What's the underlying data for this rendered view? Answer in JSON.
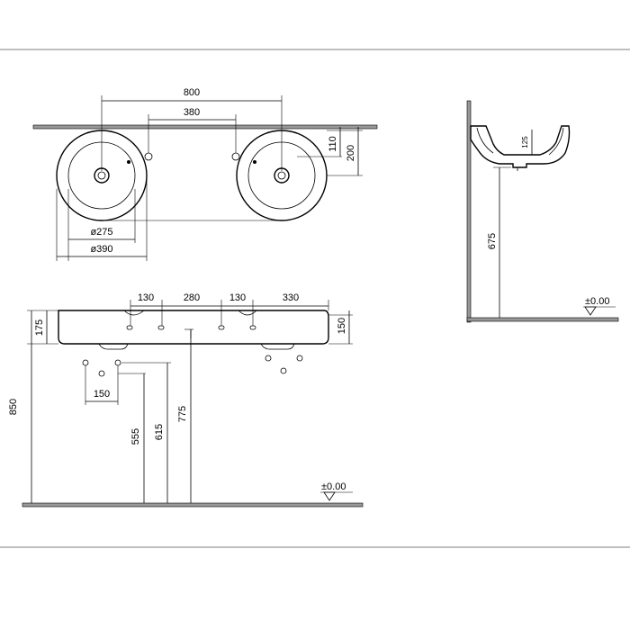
{
  "top_view": {
    "dim_overall_centres": "800",
    "dim_tap_centres": "380",
    "dim_bowl_offset": "110",
    "dim_depth": "200",
    "dim_inner_diameter": "ø275",
    "dim_outer_diameter": "ø390"
  },
  "front_view": {
    "dim_a": "130",
    "dim_b": "280",
    "dim_c": "130",
    "dim_d": "330",
    "dim_left_height": "175",
    "dim_right_height": "150",
    "dim_total_height": "850",
    "dim_waste_spacing": "150",
    "dim_h1": "555",
    "dim_h2": "615",
    "dim_h3": "775",
    "floor_label": "±0.00"
  },
  "side_view": {
    "dim_bowl_depth": "125",
    "dim_height": "675",
    "floor_label": "±0.00"
  }
}
